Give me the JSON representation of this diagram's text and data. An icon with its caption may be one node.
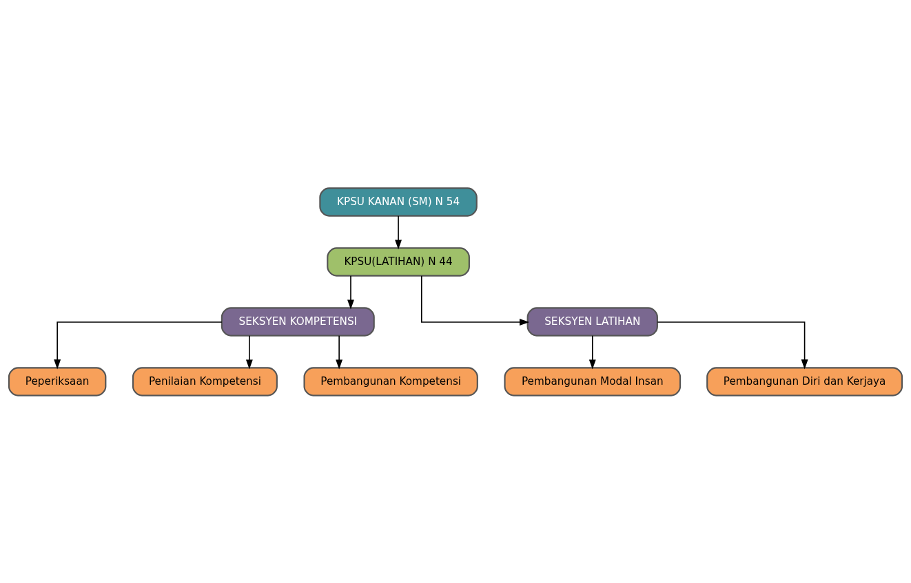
{
  "diagram": {
    "nodes": [
      {
        "text": [
          "KPSU KANAN (SM) N 54"
        ]
      },
      {
        "text": [
          "KPSU(LATIHAN) N 44"
        ]
      },
      {
        "text": [
          "SEKSYEN KOMPETENSI"
        ]
      },
      {
        "text": [
          "SEKSYEN LATIHAN"
        ]
      },
      {
        "text": [
          "Peperiksaan"
        ]
      },
      {
        "text": [
          "Penilaian Kompetensi"
        ]
      },
      {
        "text": [
          "Pembangunan Kompetensi"
        ]
      },
      {
        "text": [
          "Pembangunan Modal Insan"
        ]
      },
      {
        "text": [
          "Pembangunan Diri dan Kerjaya"
        ]
      }
    ],
    "edges": [
      {
        "from": 0,
        "to": 1,
        "arrow": "to"
      },
      {
        "from": 1,
        "to": 2,
        "arrow": "to"
      },
      {
        "from": 1,
        "to": 3,
        "arrow": "to"
      },
      {
        "from": 2,
        "to": 4,
        "arrow": "to"
      },
      {
        "from": 2,
        "to": 5,
        "arrow": "to"
      },
      {
        "from": 2,
        "to": 6,
        "arrow": "to"
      },
      {
        "from": 3,
        "to": 7,
        "arrow": "to"
      },
      {
        "from": 3,
        "to": 8,
        "arrow": "to"
      }
    ]
  }
}
